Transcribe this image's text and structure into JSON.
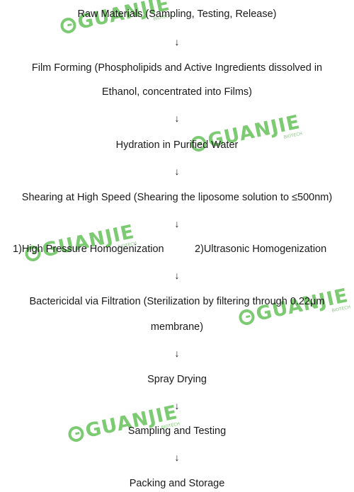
{
  "flow": {
    "step1": "Raw Materials (Sampling, Testing, Release)",
    "step2_line1": "Film Forming (Phospholipids and Active Ingredients dissolved in",
    "step2_line2": "Ethanol, concentrated into Films)",
    "step3": "Hydration in Purified Water",
    "step4": "Shearing at High Speed (Shearing the liposome solution to ≤500nm)",
    "step5a": "1)High Pressure Homogenization",
    "step5b": "2)Ultrasonic Homogenization",
    "step6_line1": "Bactericidal via Filtration (Sterilization by filtering through 0.22μm",
    "step6_line2": "membrane)",
    "step7": "Spray Drying",
    "step8": "Sampling and Testing",
    "step9": "Packing and Storage",
    "arrow": "↓"
  },
  "watermark": {
    "text": "GUANJIE",
    "sub": "BIOTECH",
    "color": "#5cbd4f"
  }
}
